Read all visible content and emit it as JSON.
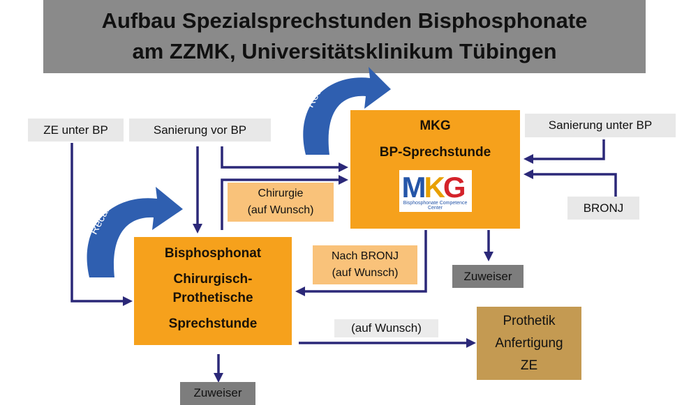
{
  "title": {
    "line1": "Aufbau Spezialsprechstunden Bisphosphonate",
    "line2": "am ZZMK, Universitätsklinikum Tübingen"
  },
  "inputs": {
    "ze_unter_bp": "ZE unter BP",
    "sanierung_vor_bp": "Sanierung vor BP",
    "sanierung_unter_bp": "Sanierung unter BP",
    "bronj": "BRONJ"
  },
  "mkg_box": {
    "line1": "MKG",
    "line2": "BP-Sprechstunde",
    "logo_text": "MKG",
    "logo_sub": "Bisphosphonate Competence Center"
  },
  "bp_box": {
    "line1": "Bisphosphonat",
    "line2": "Chirurgisch-",
    "line3": "Prothetische",
    "line4": "Sprechstunde"
  },
  "tags": {
    "chirurgie1": "Chirurgie",
    "chirurgie2": "(auf Wunsch)",
    "bronj1": "Nach BRONJ",
    "bronj2": "(auf Wunsch)",
    "wunsch": "(auf Wunsch)"
  },
  "zuweiser_right": "Zuweiser",
  "zuweiser_bottom": "Zuweiser",
  "prothetik": {
    "line1": "Prothetik",
    "line2": "Anfertigung",
    "line3": "ZE"
  },
  "recall": "Recall",
  "colors": {
    "orange": "#f6a11c",
    "arrow": "#2b2878",
    "recall": "#2f5fb0"
  }
}
